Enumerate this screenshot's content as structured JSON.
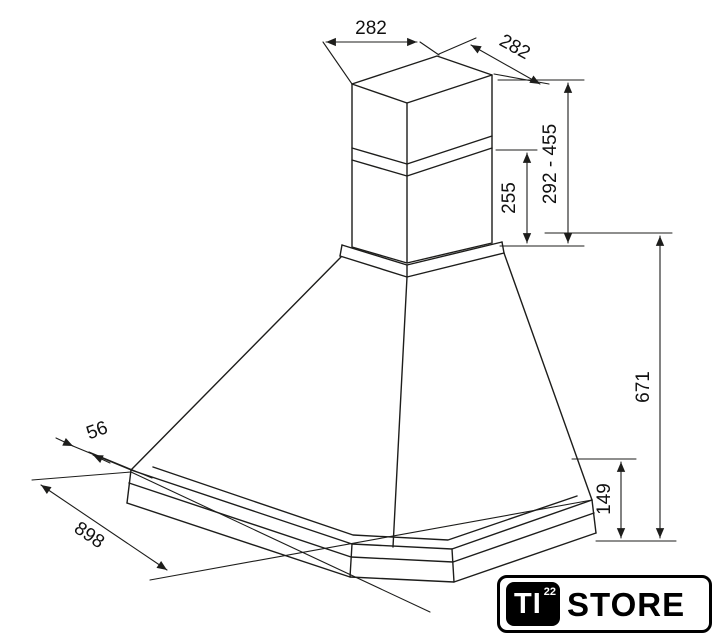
{
  "dimensions": {
    "top_width": "282",
    "top_depth": "282",
    "upper_chimney": "255",
    "chimney_range": "292 - 455",
    "total_height": "671",
    "base_trim_height": "149",
    "trim_border": "56",
    "base_width": "898"
  },
  "logo": {
    "mark": "TI",
    "mark_sup": "22",
    "name": "STORE"
  },
  "colors": {
    "line": "#1d1d1b",
    "text": "#111111",
    "background": "#ffffff",
    "logo_block": "#000000"
  }
}
